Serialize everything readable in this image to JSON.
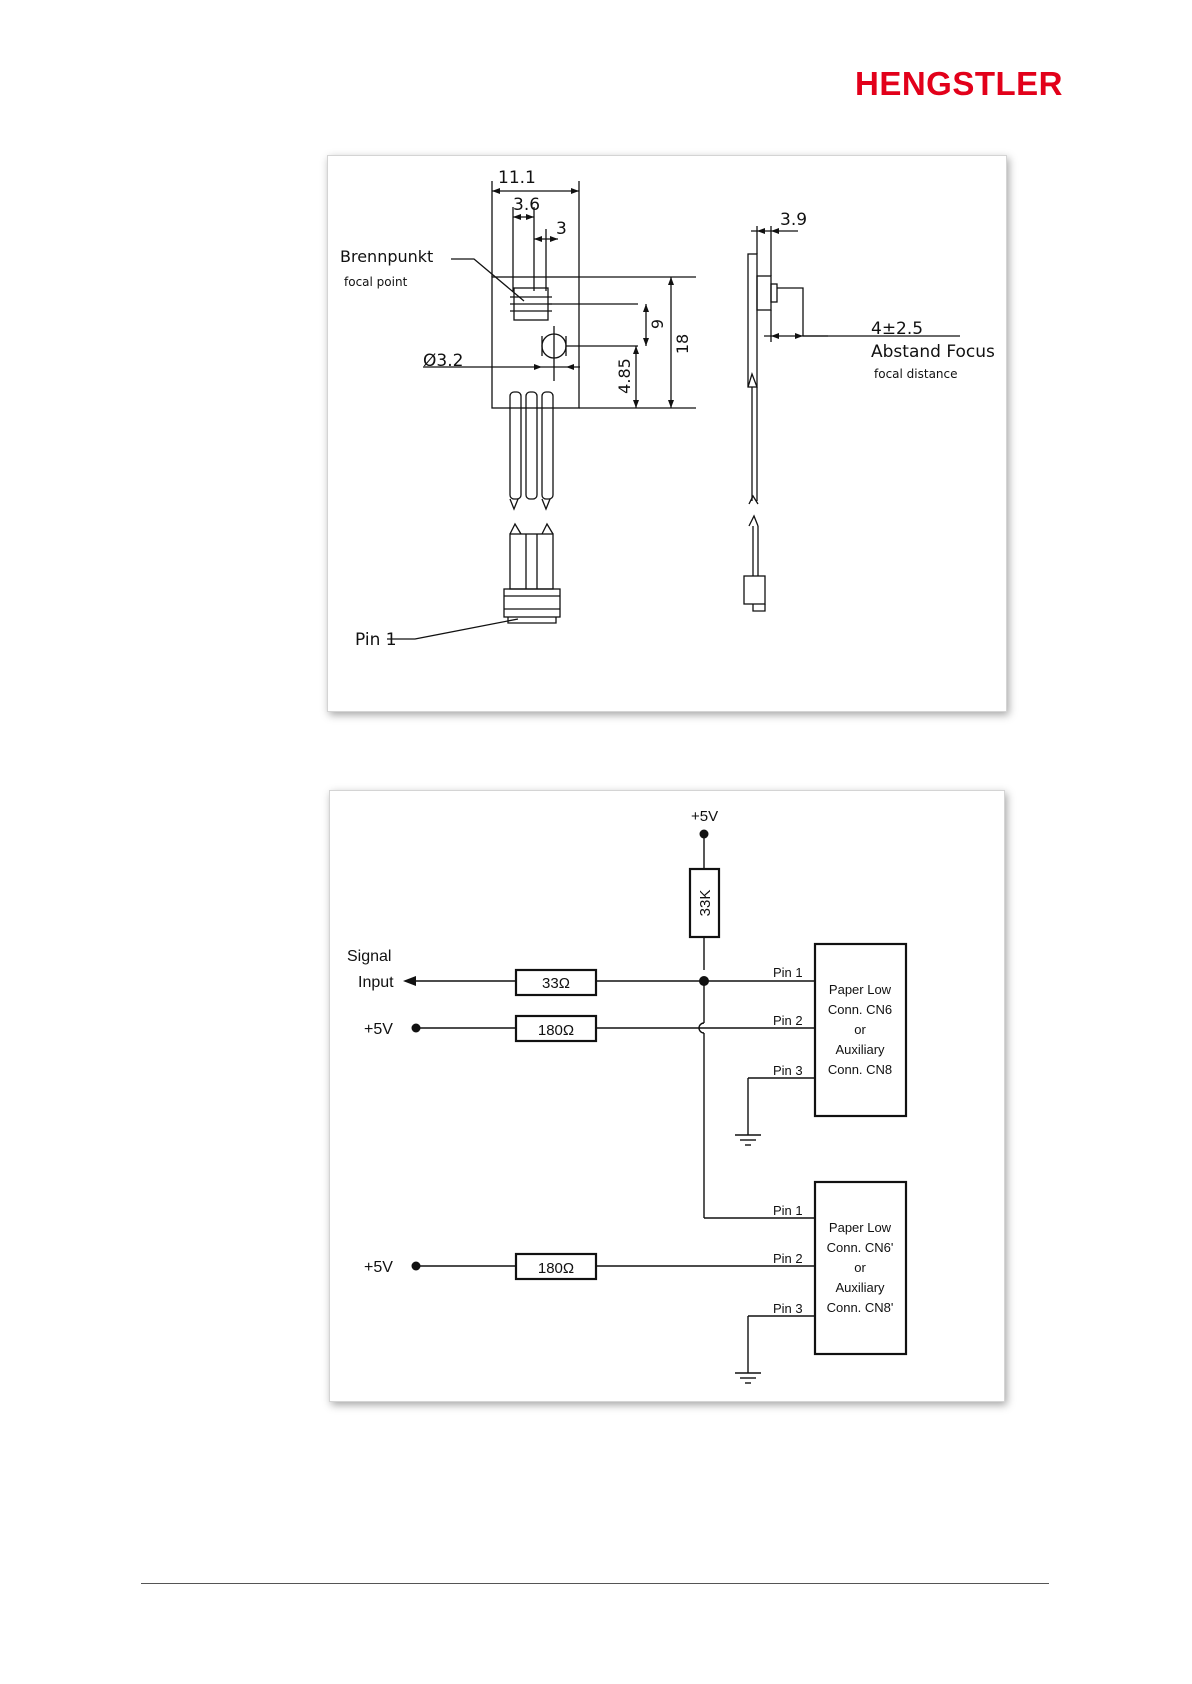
{
  "header": {
    "logo_text": "HENGSTLER"
  },
  "colors": {
    "brand_red": "#e2001a",
    "line": "#111111"
  },
  "drawing": {
    "dims": {
      "width_total": "11.1",
      "width_mid": "3.6",
      "width_small": "3",
      "depth": "3.9",
      "height_focal": "9",
      "height_total": "18",
      "height_hole": "4.85",
      "hole_diameter": "Ø3.2",
      "focal_distance": "4±2.5"
    },
    "labels": {
      "focal_de": "Brennpunkt",
      "focal_en": "focal point",
      "distance_de": "Abstand Focus",
      "distance_en": "focal distance",
      "pin1": "Pin 1"
    }
  },
  "circuit": {
    "supply_top": "+5V",
    "pullup": "33K",
    "signal_line1": "Signal",
    "signal_line2": "Input",
    "r_signal": "33Ω",
    "r_led1": "180Ω",
    "r_led2": "180Ω",
    "supply_left1": "+5V",
    "supply_left2": "+5V",
    "connector1": {
      "lines": [
        "Paper Low",
        "Conn. CN6",
        "or",
        "Auxiliary",
        "Conn. CN8"
      ],
      "pins": [
        "Pin 1",
        "Pin 2",
        "Pin 3"
      ]
    },
    "connector2": {
      "lines": [
        "Paper Low",
        "Conn. CN6'",
        "or",
        "Auxiliary",
        "Conn. CN8'"
      ],
      "pins": [
        "Pin 1",
        "Pin 2",
        "Pin 3"
      ]
    }
  }
}
